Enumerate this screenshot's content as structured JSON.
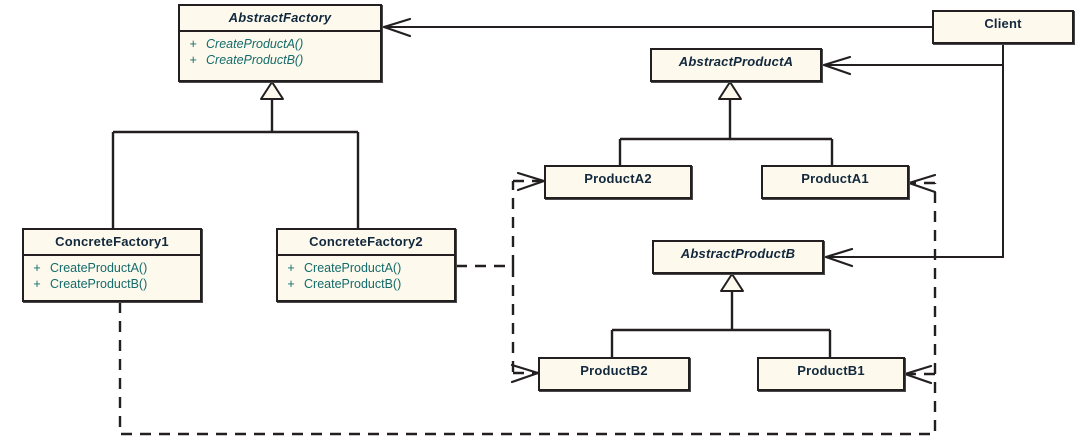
{
  "diagram": {
    "title": "Abstract Factory Pattern Class Diagram",
    "type": "uml-class-diagram",
    "colors": {
      "class_fill": "#fdf9ec",
      "class_border": "#231f20",
      "title_text": "#12283d",
      "member_text": "#146b6b",
      "connector": "#231f20",
      "background": "#ffffff"
    }
  },
  "classes": {
    "abstract_factory": {
      "name": "AbstractFactory",
      "stereotype": "abstract",
      "members": [
        {
          "visibility": "+",
          "label": "CreateProductA()"
        },
        {
          "visibility": "+",
          "label": "CreateProductB()"
        }
      ]
    },
    "client": {
      "name": "Client",
      "stereotype": "concrete",
      "members": []
    },
    "abstract_product_a": {
      "name": "AbstractProductA",
      "stereotype": "abstract",
      "members": []
    },
    "product_a2": {
      "name": "ProductA2",
      "stereotype": "concrete",
      "members": []
    },
    "product_a1": {
      "name": "ProductA1",
      "stereotype": "concrete",
      "members": []
    },
    "abstract_product_b": {
      "name": "AbstractProductB",
      "stereotype": "abstract",
      "members": []
    },
    "concrete_factory1": {
      "name": "ConcreteFactory1",
      "stereotype": "concrete",
      "members": [
        {
          "visibility": "+",
          "label": "CreateProductA()"
        },
        {
          "visibility": "+",
          "label": "CreateProductB()"
        }
      ]
    },
    "concrete_factory2": {
      "name": "ConcreteFactory2",
      "stereotype": "concrete",
      "members": [
        {
          "visibility": "+",
          "label": "CreateProductA()"
        },
        {
          "visibility": "+",
          "label": "CreateProductB()"
        }
      ]
    },
    "product_b2": {
      "name": "ProductB2",
      "stereotype": "concrete",
      "members": []
    },
    "product_b1": {
      "name": "ProductB1",
      "stereotype": "concrete",
      "members": []
    }
  },
  "relationships": [
    {
      "kind": "association",
      "from": "client",
      "to": "abstract_factory",
      "style": "solid",
      "arrow": "open"
    },
    {
      "kind": "association",
      "from": "client",
      "to": "abstract_product_a",
      "style": "solid",
      "arrow": "open"
    },
    {
      "kind": "association",
      "from": "client",
      "to": "abstract_product_b",
      "style": "solid",
      "arrow": "open"
    },
    {
      "kind": "generalization",
      "from": "concrete_factory1",
      "to": "abstract_factory",
      "style": "solid",
      "arrow": "hollow-triangle"
    },
    {
      "kind": "generalization",
      "from": "concrete_factory2",
      "to": "abstract_factory",
      "style": "solid",
      "arrow": "hollow-triangle"
    },
    {
      "kind": "generalization",
      "from": "product_a2",
      "to": "abstract_product_a",
      "style": "solid",
      "arrow": "hollow-triangle"
    },
    {
      "kind": "generalization",
      "from": "product_a1",
      "to": "abstract_product_a",
      "style": "solid",
      "arrow": "hollow-triangle"
    },
    {
      "kind": "generalization",
      "from": "product_b2",
      "to": "abstract_product_b",
      "style": "solid",
      "arrow": "hollow-triangle"
    },
    {
      "kind": "generalization",
      "from": "product_b1",
      "to": "abstract_product_b",
      "style": "solid",
      "arrow": "hollow-triangle"
    },
    {
      "kind": "dependency",
      "from": "concrete_factory2",
      "to": "product_a2",
      "style": "dashed",
      "arrow": "open"
    },
    {
      "kind": "dependency",
      "from": "concrete_factory2",
      "to": "product_b2",
      "style": "dashed",
      "arrow": "open"
    },
    {
      "kind": "dependency",
      "from": "concrete_factory1",
      "to": "product_a1",
      "style": "dashed",
      "arrow": "open"
    },
    {
      "kind": "dependency",
      "from": "concrete_factory1",
      "to": "product_b1",
      "style": "dashed",
      "arrow": "open"
    }
  ]
}
